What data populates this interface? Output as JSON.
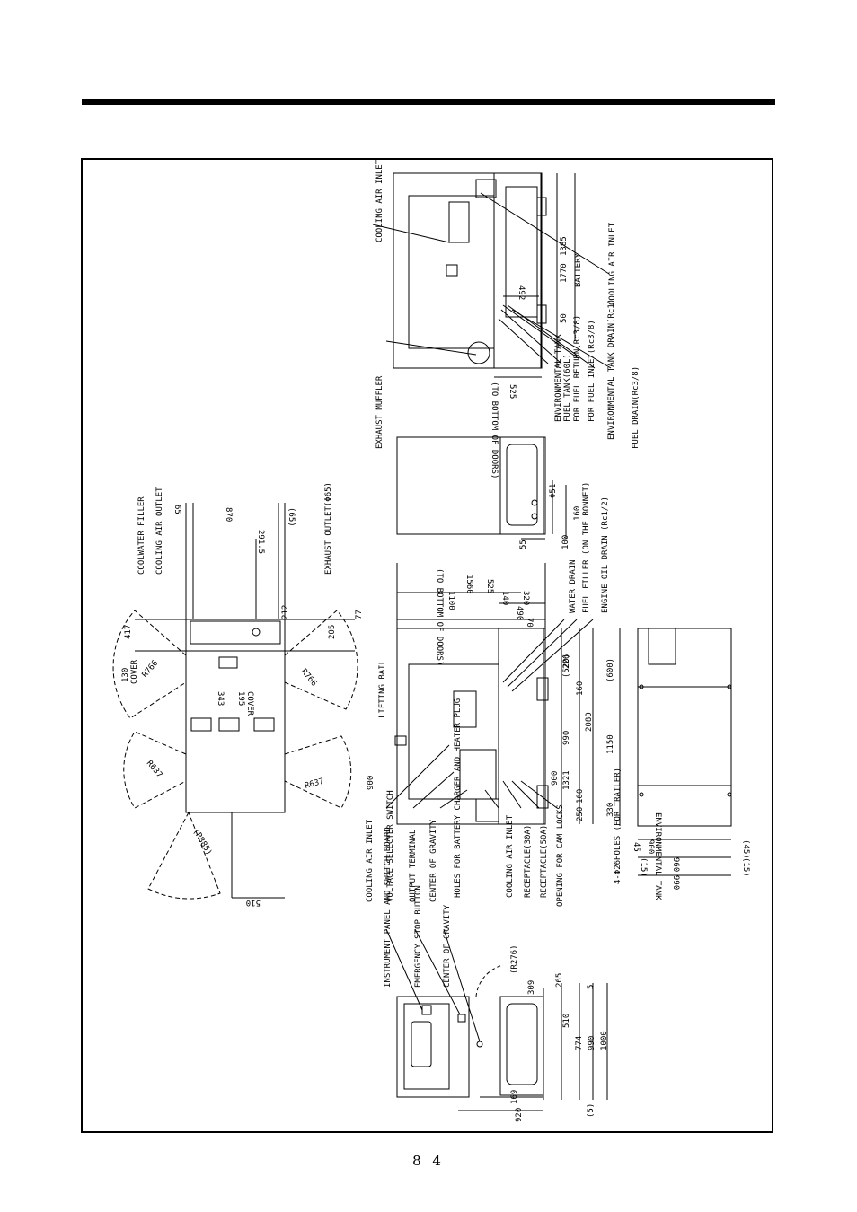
{
  "page_number": "8 4",
  "front_view": {
    "callouts": [
      "INSTRUMENT PANEL AND SWITCH BOARD",
      "EMERGENCY STOP BUTTON",
      "CENTER OF GRAVITY"
    ],
    "dims": [
      "(R276)",
      "309",
      "265",
      "5",
      "510",
      "774",
      "990",
      "1000",
      "169",
      "920",
      "(5)"
    ]
  },
  "side_view_left": {
    "callouts": [
      "COOLING AIR INLET",
      "VOLTAGE SELECTER SWITCH",
      "OUTPUT TERMINAL",
      "CENTER OF GRAVITY",
      "HOLES FOR BATTERY CHARGER AND HEATER PLUG",
      "COOLING AIR INLET",
      "RECEPTACLE(30A)",
      "RECEPTACLE(50A)",
      "OPENING FOR CAM LOCKS",
      "LIFTING BAIL",
      "WATER DRAIN",
      "FUEL FILLER (ON THE BONNET)",
      "ENGINE OIL DRAIN (Rc1/2)"
    ],
    "dims": [
      "900",
      "1560",
      "(TO BOTTOM OF DOORS)",
      "525",
      "1100",
      "140",
      "320",
      "490",
      "70",
      "226",
      "(520)",
      "160",
      "990",
      "900",
      "1321",
      "2080",
      "160",
      "250"
    ]
  },
  "top_view": {
    "callouts": [
      "COOLWATER FILLER",
      "COOLING AIR OUTLET",
      "EXHAUST OUTLET(Φ65)"
    ],
    "dims": [
      "65",
      "870",
      "(65)",
      "291.5",
      "417",
      "130",
      "COVER",
      "R766",
      "343",
      "195",
      "COVER",
      "212",
      "77",
      "205",
      "R766",
      "R637",
      "R637",
      "(R885)",
      "510"
    ]
  },
  "bottom_view": {
    "callouts": [
      "4-Φ26HOLES (FOR TRAILER)"
    ],
    "dims": [
      "(600)",
      "1150",
      "330",
      "45",
      "900",
      "ENVIRONMENTAL TANK",
      "(45)",
      "(15)",
      "960",
      "(15)",
      "990"
    ]
  },
  "rear_view": {
    "dims": [
      "55",
      "100",
      "160",
      "Φ51"
    ]
  },
  "right_view": {
    "callouts": [
      "COOLING AIR INLET",
      "COOLING AIR INLET",
      "BATTERY",
      "EXHAUST MUFFLER",
      "ENVIRONMENTAL TANK",
      "FUEL TANK(60L)",
      "FOR FUEL RETURN(Rc3/8)",
      "FOR FUEL INLET(Rc3/8)",
      "ENVIRONMENTAL TANK DRAIN(Rc1)",
      "FUEL DRAIN(Rc3/8)"
    ],
    "dims": [
      "1385",
      "1770",
      "50",
      "492",
      "525",
      "(TO BOTTOM OF DOORS)"
    ]
  }
}
